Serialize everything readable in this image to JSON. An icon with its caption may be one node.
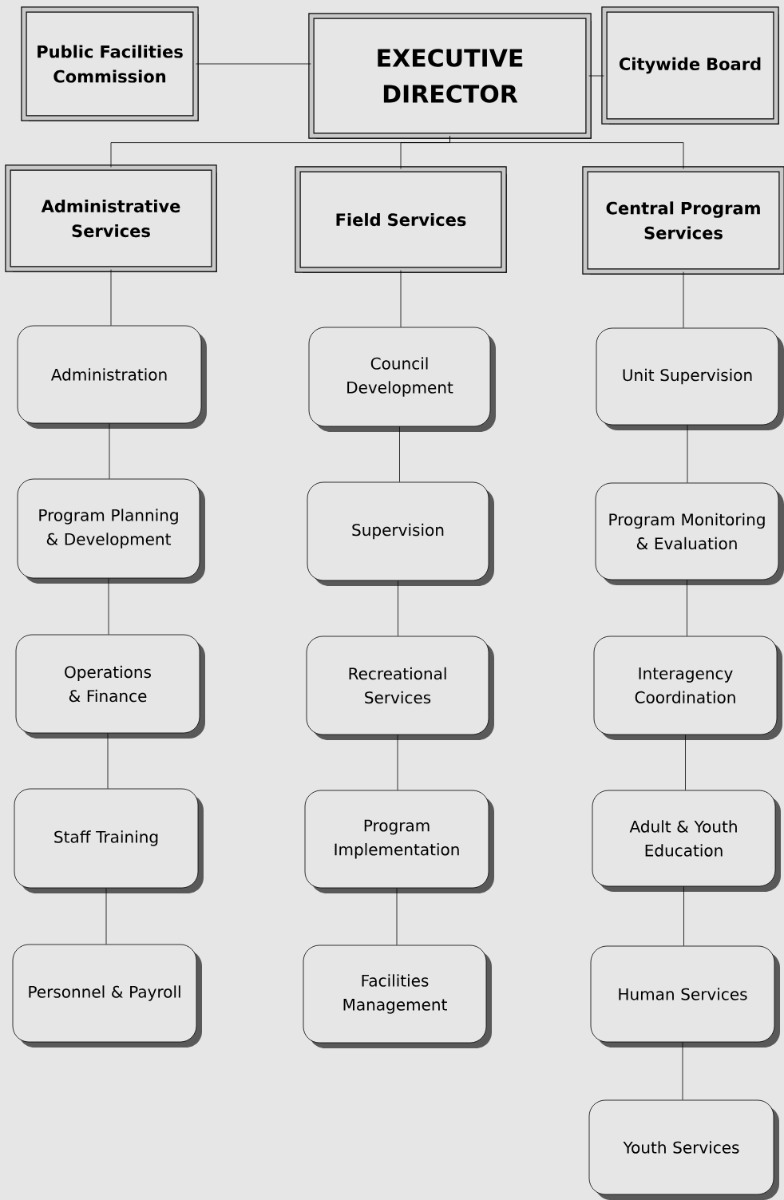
{
  "diagram": {
    "nodes": [
      {
        "text": [
          "Public Facilities Commission"
        ]
      },
      {
        "text": [
          "EXECUTIVE DIRECTOR"
        ]
      },
      {
        "text": [
          "Citywide Board"
        ]
      },
      {
        "text": [
          "Administrative Services"
        ]
      },
      {
        "text": [
          "Field Services"
        ]
      },
      {
        "text": [
          "Central Program Services"
        ]
      },
      {
        "text": [
          "Administration"
        ]
      },
      {
        "text": [
          "Program Planning & Development"
        ]
      },
      {
        "text": [
          "Operations & Finance"
        ]
      },
      {
        "text": [
          "Staff Training"
        ]
      },
      {
        "text": [
          "Personnel & Payroll"
        ]
      },
      {
        "text": [
          "Council Development"
        ]
      },
      {
        "text": [
          "Supervision"
        ]
      },
      {
        "text": [
          "Recreational Services"
        ]
      },
      {
        "text": [
          "Program Implementation"
        ]
      },
      {
        "text": [
          "Facilities Management"
        ]
      },
      {
        "text": [
          "Unit Supervision"
        ]
      },
      {
        "text": [
          "Program Monitoring & Evaluation"
        ]
      },
      {
        "text": [
          "Interagency Coordination"
        ]
      },
      {
        "text": [
          "Adult & Youth Education"
        ]
      },
      {
        "text": [
          "Human Services"
        ]
      },
      {
        "text": [
          "Youth Services"
        ]
      }
    ],
    "edges": [
      {
        "from": 0,
        "to": 1,
        "arrow": "none"
      },
      {
        "from": 1,
        "to": 2,
        "arrow": "none"
      },
      {
        "from": 1,
        "to": 3,
        "arrow": "none"
      },
      {
        "from": 1,
        "to": 4,
        "arrow": "none"
      },
      {
        "from": 1,
        "to": 5,
        "arrow": "none"
      },
      {
        "from": 3,
        "to": 6,
        "arrow": "none"
      },
      {
        "from": 6,
        "to": 7,
        "arrow": "none"
      },
      {
        "from": 7,
        "to": 8,
        "arrow": "none"
      },
      {
        "from": 8,
        "to": 9,
        "arrow": "none"
      },
      {
        "from": 9,
        "to": 10,
        "arrow": "none"
      },
      {
        "from": 4,
        "to": 11,
        "arrow": "none"
      },
      {
        "from": 11,
        "to": 12,
        "arrow": "none"
      },
      {
        "from": 12,
        "to": 13,
        "arrow": "none"
      },
      {
        "from": 13,
        "to": 14,
        "arrow": "none"
      },
      {
        "from": 14,
        "to": 15,
        "arrow": "none"
      },
      {
        "from": 5,
        "to": 16,
        "arrow": "none"
      },
      {
        "from": 16,
        "to": 17,
        "arrow": "none"
      },
      {
        "from": 17,
        "to": 18,
        "arrow": "none"
      },
      {
        "from": 18,
        "to": 19,
        "arrow": "none"
      },
      {
        "from": 19,
        "to": 20,
        "arrow": "none"
      },
      {
        "from": 20,
        "to": 21,
        "arrow": "none"
      }
    ]
  }
}
